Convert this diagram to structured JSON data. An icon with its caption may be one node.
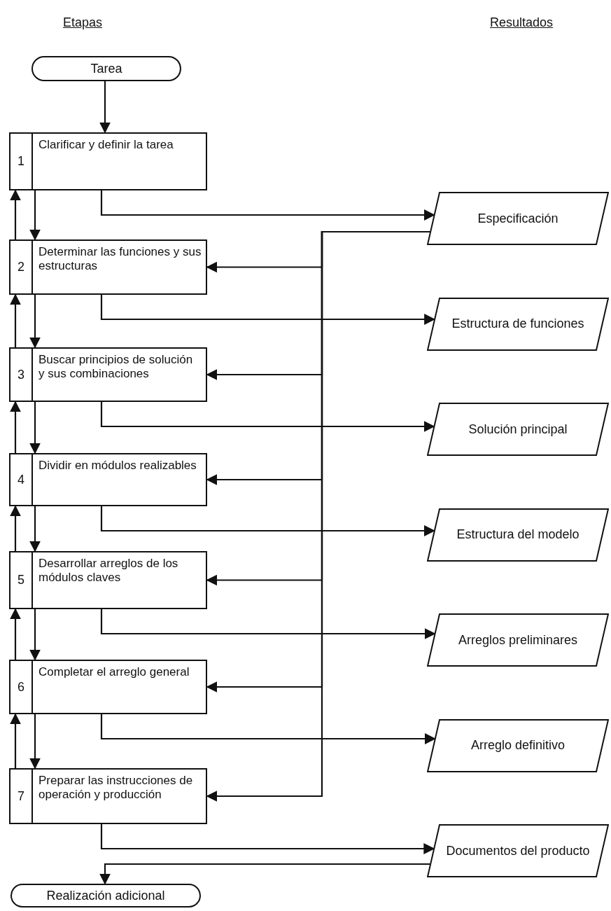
{
  "diagram": {
    "nodes": [
      {
        "text": [
          "Tarea"
        ]
      },
      {
        "text": [
          "1",
          "Clarificar y definir la tarea"
        ]
      },
      {
        "text": [
          "2",
          "Determinar las funciones y sus estructuras"
        ]
      },
      {
        "text": [
          "3",
          "Buscar principios de solución y sus combinaciones"
        ]
      },
      {
        "text": [
          "4",
          "Dividir en módulos realizables"
        ]
      },
      {
        "text": [
          "5",
          "Desarrollar arreglos de los módulos claves"
        ]
      },
      {
        "text": [
          "6",
          "Completar el arreglo general"
        ]
      },
      {
        "text": [
          "7",
          "Preparar las instrucciones de operación y producción"
        ]
      },
      {
        "text": [
          "Especificación"
        ]
      },
      {
        "text": [
          "Estructura de funciones"
        ]
      },
      {
        "text": [
          "Solución principal"
        ]
      },
      {
        "text": [
          "Estructura del modelo"
        ]
      },
      {
        "text": [
          "Arreglos preliminares"
        ]
      },
      {
        "text": [
          "Arreglo definitivo"
        ]
      },
      {
        "text": [
          "Documentos del producto"
        ]
      },
      {
        "text": [
          "Realización adicional"
        ]
      }
    ],
    "edges": [
      {
        "from": 0,
        "to": 1,
        "arrow": "to"
      },
      {
        "from": 1,
        "to": 2,
        "arrow": "to"
      },
      {
        "from": 2,
        "to": 1,
        "arrow": "to"
      },
      {
        "from": 2,
        "to": 3,
        "arrow": "to"
      },
      {
        "from": 3,
        "to": 2,
        "arrow": "to"
      },
      {
        "from": 3,
        "to": 4,
        "arrow": "to"
      },
      {
        "from": 4,
        "to": 3,
        "arrow": "to"
      },
      {
        "from": 4,
        "to": 5,
        "arrow": "to"
      },
      {
        "from": 5,
        "to": 4,
        "arrow": "to"
      },
      {
        "from": 5,
        "to": 6,
        "arrow": "to"
      },
      {
        "from": 6,
        "to": 5,
        "arrow": "to"
      },
      {
        "from": 6,
        "to": 7,
        "arrow": "to"
      },
      {
        "from": 7,
        "to": 6,
        "arrow": "to"
      },
      {
        "from": 1,
        "to": 8,
        "arrow": "to"
      },
      {
        "from": 2,
        "to": 9,
        "arrow": "to"
      },
      {
        "from": 3,
        "to": 10,
        "arrow": "to"
      },
      {
        "from": 4,
        "to": 11,
        "arrow": "to"
      },
      {
        "from": 5,
        "to": 12,
        "arrow": "to"
      },
      {
        "from": 6,
        "to": 13,
        "arrow": "to"
      },
      {
        "from": 7,
        "to": 14,
        "arrow": "to"
      },
      {
        "from": 8,
        "to": 2,
        "arrow": "to"
      },
      {
        "from": 8,
        "to": 3,
        "arrow": "to"
      },
      {
        "from": 8,
        "to": 4,
        "arrow": "to"
      },
      {
        "from": 8,
        "to": 5,
        "arrow": "to"
      },
      {
        "from": 8,
        "to": 6,
        "arrow": "to"
      },
      {
        "from": 8,
        "to": 7,
        "arrow": "to"
      },
      {
        "from": 14,
        "to": 15,
        "arrow": "to"
      }
    ],
    "labels": [
      "Etapas",
      "Resultados"
    ]
  }
}
